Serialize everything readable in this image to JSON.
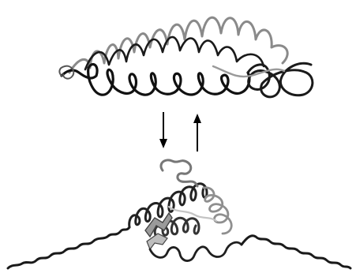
{
  "figure": {
    "panels": [
      {
        "id": "top",
        "description_role": "folded-structure"
      },
      {
        "id": "bottom",
        "description_role": "partially-unfolded-structure"
      }
    ],
    "arrows": [
      {
        "direction": "down"
      },
      {
        "direction": "up"
      }
    ],
    "colors": {
      "background": "#ffffff",
      "backbone_dark": "#1a1a1a",
      "backbone_mid": "#6f6f6f",
      "backbone_light": "#b5b5b5",
      "arrow": "#000000"
    }
  }
}
